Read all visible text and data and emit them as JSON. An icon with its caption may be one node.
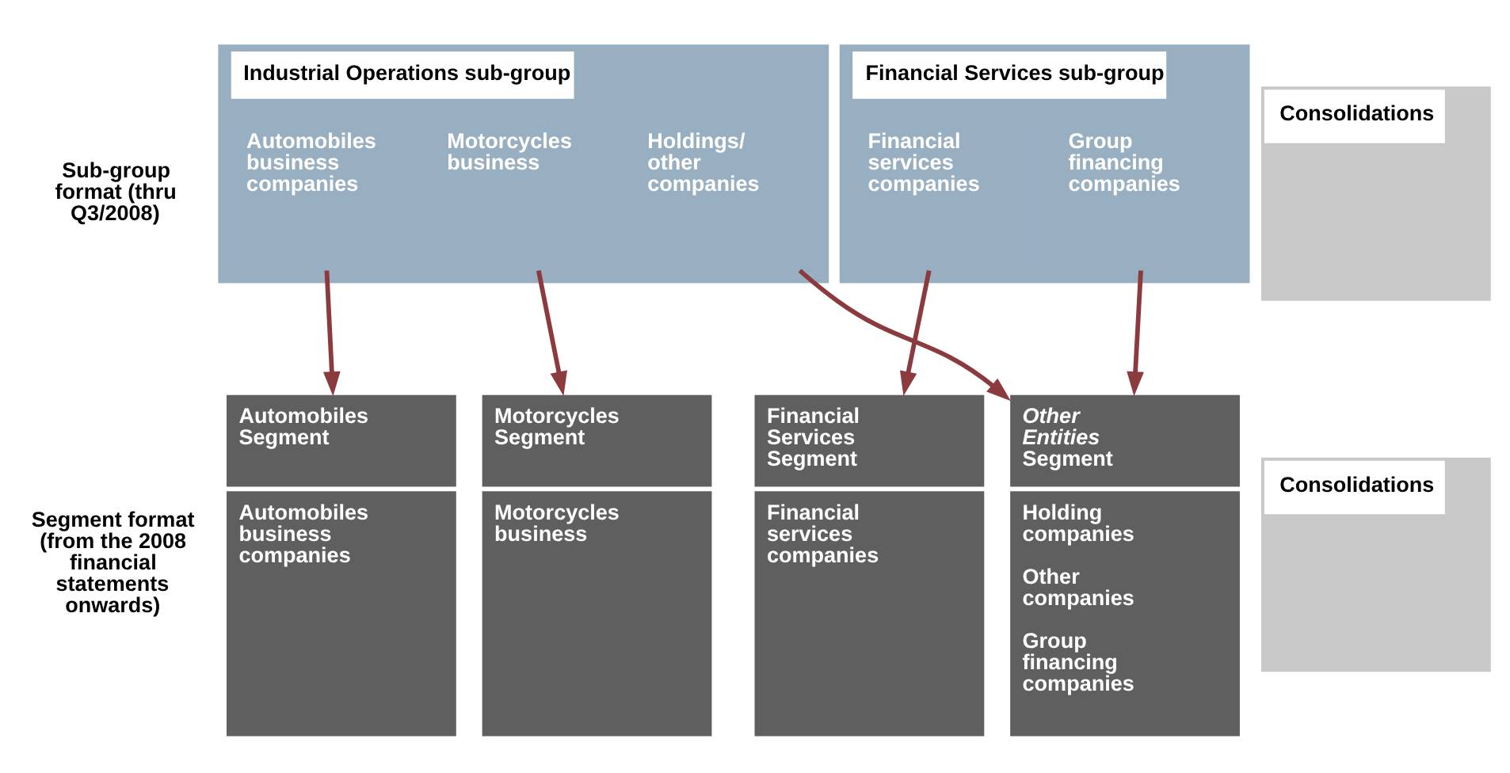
{
  "diagram": {
    "nodes": [
      {
        "text": [
          "Industrial Operations sub-group"
        ]
      },
      {
        "text": [
          "Automobiles business companies"
        ],
        "in": 0
      },
      {
        "text": [
          "Motorcycles business"
        ],
        "in": 0
      },
      {
        "text": [
          "Holdings/ other companies"
        ],
        "in": 0
      },
      {
        "text": [
          "Financial Services sub-group"
        ]
      },
      {
        "text": [
          "Financial services companies"
        ],
        "in": 4
      },
      {
        "text": [
          "Group financing companies"
        ],
        "in": 4
      },
      {
        "text": [
          "Consolidations"
        ]
      },
      {
        "text": [
          "Automobiles Segment",
          "Automobiles business companies"
        ]
      },
      {
        "text": [
          "Motorcycles Segment",
          "Motorcycles business"
        ]
      },
      {
        "text": [
          "Financial Services Segment",
          "Financial services companies"
        ]
      },
      {
        "text": [
          "*Other Entities* Segment",
          "Holding companies",
          "Other companies",
          "Group financing companies"
        ]
      },
      {
        "text": [
          "Consolidations"
        ]
      }
    ],
    "edges": [
      {
        "from": 1,
        "to": 8,
        "arrow": "to"
      },
      {
        "from": 2,
        "to": 9,
        "arrow": "to"
      },
      {
        "from": 3,
        "to": 11,
        "arrow": "to"
      },
      {
        "from": 5,
        "to": 10,
        "arrow": "to"
      },
      {
        "from": 6,
        "to": 11,
        "arrow": "to"
      }
    ],
    "labels": [
      "Sub-group format (thru Q3/2008)",
      "Segment format (from the 2008 financial statements onwards)"
    ]
  }
}
